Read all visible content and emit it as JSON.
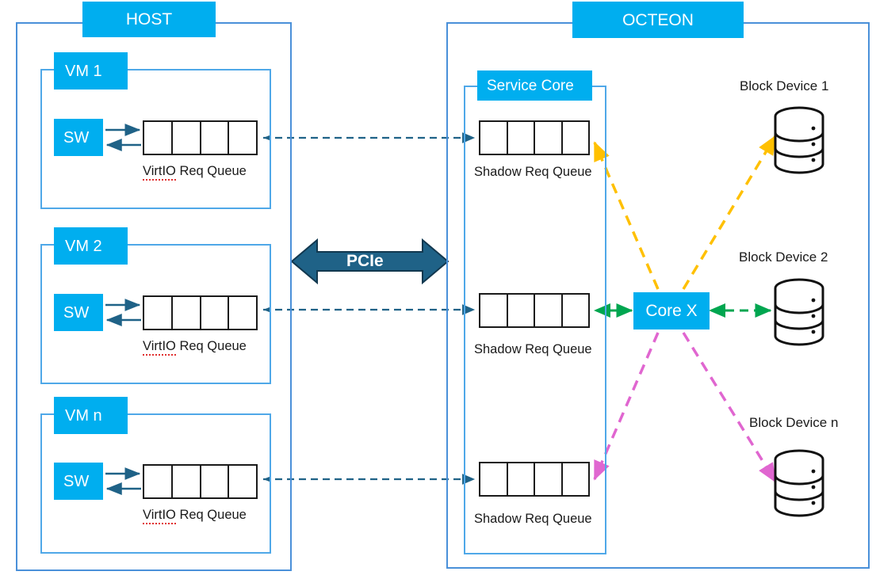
{
  "diagram": {
    "title_host": "HOST",
    "title_octeon": "OCTEON",
    "interconnect_label": "PCIe",
    "colors": {
      "chip_cyan": "#00AEEF",
      "frame_blue": "#4A90D9",
      "frame_inner_blue": "#4FA8E8",
      "pcie_teal": "#1F6287",
      "pcie_outline": "#12384F",
      "dashed_teal": "#1F6287",
      "arrow_yellow": "#FFC000",
      "arrow_green": "#00A650",
      "arrow_magenta": "#E066D0",
      "queue_stroke": "#1a1a1a",
      "text_dark": "#1a1a1a",
      "spell_squiggle": "#e03030"
    }
  },
  "host": {
    "label": "HOST",
    "vms": [
      {
        "label": "VM 1",
        "sw_label": "SW",
        "queue_label_a": "VirtIO",
        "queue_label_b": " Req Queue",
        "queue_cells": 4
      },
      {
        "label": "VM 2",
        "sw_label": "SW",
        "queue_label_a": "VirtIO",
        "queue_label_b": " Req Queue",
        "queue_cells": 4
      },
      {
        "label": "VM n",
        "sw_label": "SW",
        "queue_label_a": "VirtIO",
        "queue_label_b": " Req Queue",
        "queue_cells": 4
      }
    ]
  },
  "octeon": {
    "label": "OCTEON",
    "service_core": {
      "label": "Service Core",
      "queues": [
        {
          "caption": "Shadow Req Queue",
          "cells": 4
        },
        {
          "caption": "Shadow Req Queue",
          "cells": 4
        },
        {
          "caption": "Shadow Req Queue",
          "cells": 4
        }
      ]
    },
    "core": {
      "label": "Core X"
    },
    "block_devices": [
      {
        "label": "Block Device 1",
        "icon": "database-cylinder-icon"
      },
      {
        "label": "Block Device 2",
        "icon": "database-cylinder-icon"
      },
      {
        "label": "Block Device n",
        "icon": "database-cylinder-icon"
      }
    ]
  },
  "connections": {
    "pcie": "PCIe",
    "host_to_octeon_style": "dashed-teal-bidirectional",
    "core_to_queue1_style": "dashed-yellow",
    "core_to_device1_style": "dashed-yellow",
    "core_to_queue2_style": "dashed-green-bidirectional",
    "core_to_device2_style": "dashed-green-bidirectional",
    "core_to_queue3_style": "dashed-magenta",
    "core_to_device3_style": "dashed-magenta"
  }
}
